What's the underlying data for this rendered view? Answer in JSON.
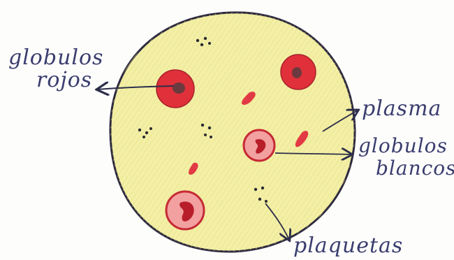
{
  "diagram": {
    "labels": {
      "red_cells": [
        "globulos",
        "rojos"
      ],
      "plasma": "plasma",
      "white_cells": [
        "globulos",
        "blancos"
      ],
      "platelets": "plaquetas"
    },
    "colors": {
      "plasma_fill": "#f3efa6",
      "plasma_hatch": "#e4dc7a",
      "outline": "#2e2b3f",
      "cell_red": "#e0303a",
      "cell_dark": "#8a1620",
      "ink": "#3a3d6e",
      "arrow": "#2c2e4a"
    }
  }
}
